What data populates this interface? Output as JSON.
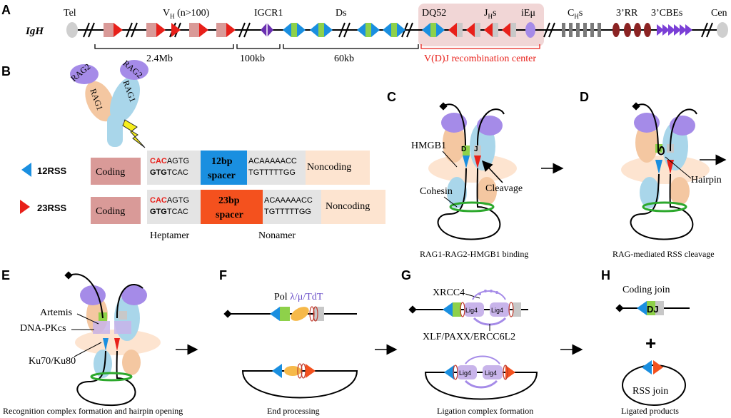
{
  "panels": {
    "a": "A",
    "b": "B",
    "c": "C",
    "d": "D",
    "e": "E",
    "f": "F",
    "g": "G",
    "h": "H"
  },
  "locus": {
    "name": "IgH",
    "tel": "Tel",
    "cen": "Cen",
    "vh_label": "V",
    "vh_sub": "H",
    "vh_count": " (n>100)",
    "igcr1": "IGCR1",
    "ds": "Ds",
    "dq52": "DQ52",
    "jh_label": "J",
    "jh_sub": "H",
    "jh_suffix": "s",
    "iemu": "iEμ",
    "ch_label": "C",
    "ch_sub": "H",
    "ch_suffix": "s",
    "rr3": "3’RR",
    "cbes": "3’CBEs",
    "dist1": "2.4Mb",
    "dist2": "100kb",
    "dist3": "60kb",
    "center": "V(D)J recombination center"
  },
  "rss": {
    "rag2": "RAG2",
    "rag1": "RAG1",
    "rss12": "12RSS",
    "rss23": "23RSS",
    "coding": "Coding",
    "noncoding": "Noncoding",
    "hep_top_red": "CAC",
    "hep_top": "AGTG",
    "hep_bot_bold": "GTG",
    "hep_bot": "TCAC",
    "spacer12": "12bp",
    "spacer23": "23bp",
    "spacer": "spacer",
    "non_top": "ACAAAAACC",
    "non_bot": "TGTTTTTGG",
    "heptamer": "Heptamer",
    "nonamer": "Nonamer"
  },
  "c": {
    "hmgb1": "HMGB1",
    "cohesin": "Cohesin",
    "cleavage": "Cleavage",
    "d": "D",
    "j": "J",
    "caption": "RAG1-RAG2-HMGB1 binding"
  },
  "d": {
    "hairpin": "Hairpin",
    "caption": "RAG-mediated RSS cleavage"
  },
  "e": {
    "artemis": "Artemis",
    "dnapkcs": "DNA-PKcs",
    "ku": "Ku70/Ku80",
    "caption": "Recognition complex formation and hairpin opening"
  },
  "f": {
    "pol": "Pol λ/μ/TdT",
    "caption": "End processing"
  },
  "g": {
    "xrcc4": "XRCC4",
    "xlf": "XLF/PAXX/ERCC6L2",
    "lig4": "Lig4",
    "caption": "Ligation complex formation"
  },
  "h": {
    "coding_join": "Coding join",
    "dj": "DJ",
    "plus": "+",
    "rss_join": "RSS join",
    "caption": "Ligated products"
  },
  "colors": {
    "blue": "#1a8fe0",
    "red": "#e8201a",
    "green": "#8ed14a",
    "pink": "#d99a98",
    "peach": "#fde4d0",
    "purple": "#a58be8",
    "lightblue": "#a9d6ea",
    "orange": "#f4c7a1",
    "spacer12": "#1a8fe0",
    "spacer23": "#f4511e"
  }
}
